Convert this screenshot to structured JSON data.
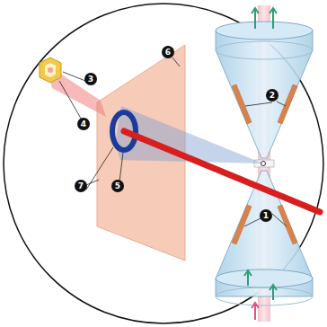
{
  "diagram": {
    "labels": [
      "6",
      "3",
      "2",
      "4",
      "7",
      "5",
      "1"
    ]
  }
}
